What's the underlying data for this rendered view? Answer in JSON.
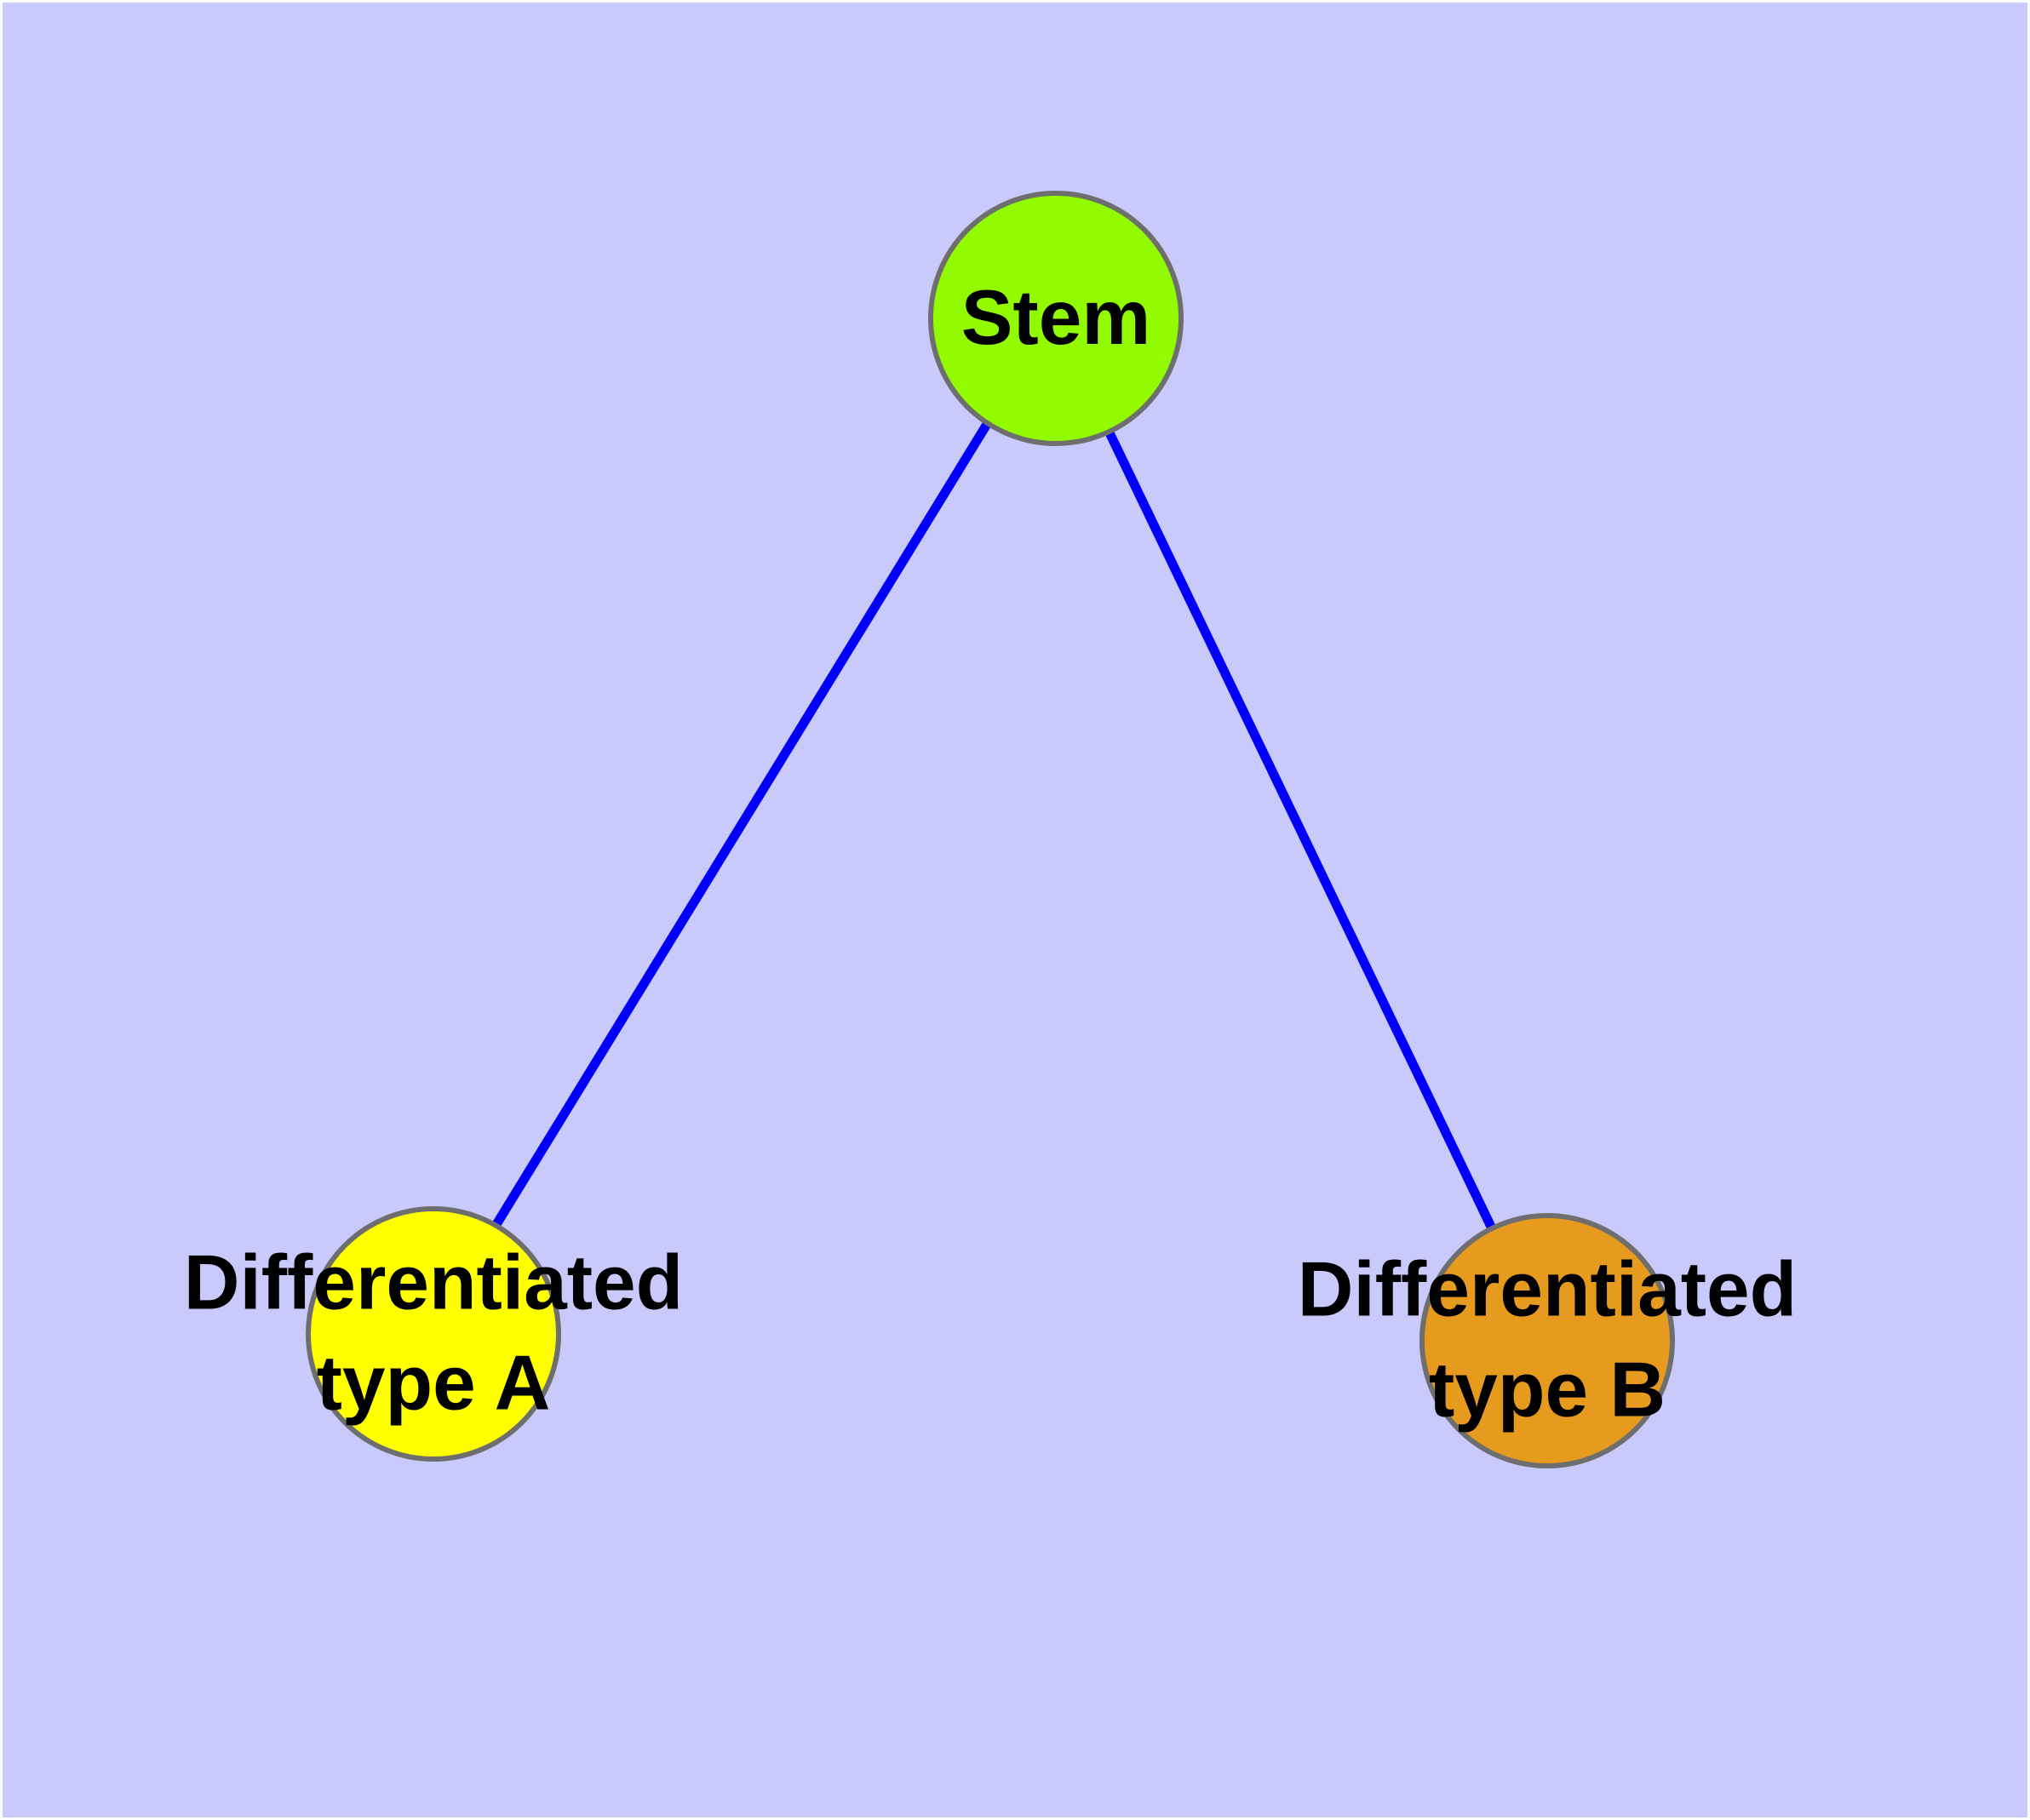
{
  "diagram": {
    "background_color": "#C9C9FB",
    "edge_color": "#0000FA",
    "node_border_color": "#6E6E6E",
    "label_color": "#000000",
    "nodes": [
      {
        "id": "stem",
        "label": "Stem",
        "fill": "#93FB00"
      },
      {
        "id": "type-a",
        "label": "Differentiated\ntype A",
        "fill": "#FFFF00"
      },
      {
        "id": "type-b",
        "label": "Differentiated\ntype B",
        "fill": "#E79B1E"
      }
    ],
    "edges": [
      {
        "from": "stem",
        "to": "type-a"
      },
      {
        "from": "stem",
        "to": "type-b"
      }
    ]
  }
}
